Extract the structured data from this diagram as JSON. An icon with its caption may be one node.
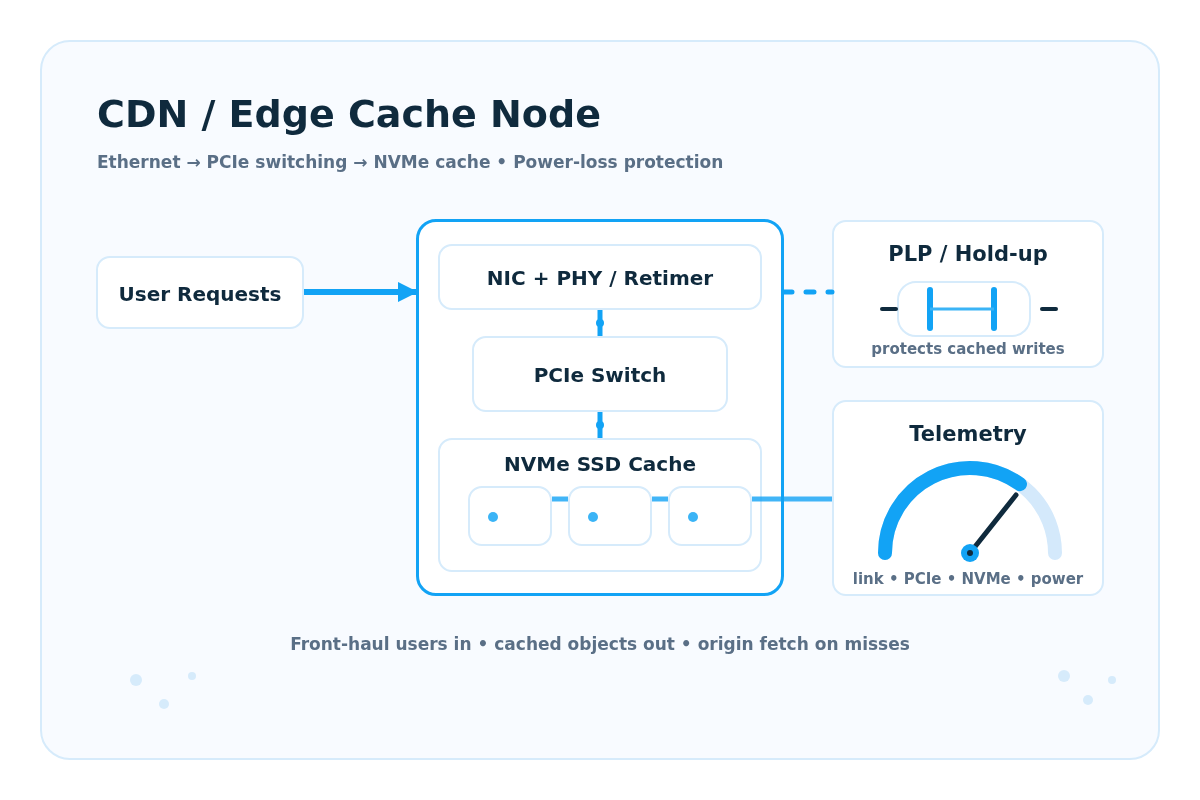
{
  "diagram": {
    "title": "CDN / Edge Cache Node",
    "caption": "Front-haul users in • cached objects out • origin fetch on misses",
    "nodes": [
      {
        "text": [
          "User Requests"
        ]
      },
      {
        "text": [],
        "shape": "box"
      },
      {
        "text": [
          "NIC + PHY / Retimer"
        ],
        "in": 1
      },
      {
        "text": [
          "PCIe Switch"
        ],
        "in": 1
      },
      {
        "text": [
          "NVMe SSD Cache"
        ],
        "in": 1
      },
      {
        "text": [],
        "shape": "box",
        "in": 4
      },
      {
        "text": [],
        "shape": "box",
        "in": 4
      },
      {
        "text": [],
        "shape": "box",
        "in": 4
      },
      {
        "text": [
          "PLP / Hold-up",
          "protects cached writes"
        ]
      },
      {
        "text": [
          "Telemetry",
          "link • PCIe • NVMe • power"
        ]
      }
    ],
    "edges": [
      {
        "from": 0,
        "to": 1,
        "arrow": "to"
      },
      {
        "from": 2,
        "to": 3,
        "arrow": "none"
      },
      {
        "from": 3,
        "to": 4,
        "arrow": "none"
      },
      {
        "from": 5,
        "to": 6,
        "arrow": "none"
      },
      {
        "from": 6,
        "to": 7,
        "arrow": "none"
      },
      {
        "from": 7,
        "to": 9,
        "arrow": "none"
      },
      {
        "from": 1,
        "to": 8,
        "arrow": "none",
        "style": "dashed"
      }
    ],
    "labels": [
      "Ethernet → PCIe switching → NVMe cache • Power-loss protection"
    ]
  }
}
